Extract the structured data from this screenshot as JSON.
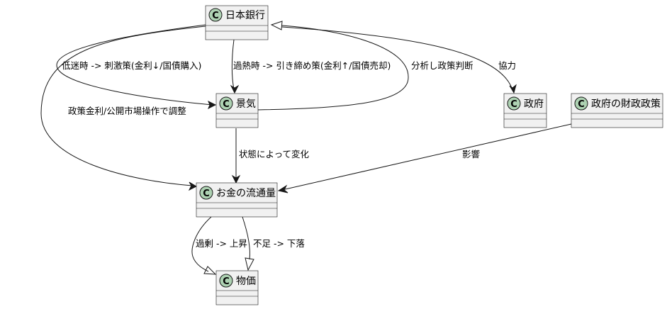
{
  "diagram": {
    "classes": {
      "boj": "日本銀行",
      "economy": "景気",
      "government": "政府",
      "fiscal_policy": "政府の財政政策",
      "money_supply": "お金の流通量",
      "prices": "物価"
    },
    "class_marker": "C",
    "edges": {
      "boj_to_economy_low": "低迷時 -> 刺激策(金利↓/国債購入)",
      "boj_to_economy_high": "過熱時 -> 引き締め策(金利↑/国債売却)",
      "economy_to_boj": "分析し政策判断",
      "boj_to_government": "協力",
      "boj_to_money": "政策金利/公開市場操作で調整",
      "economy_to_money": "状態によって変化",
      "fiscal_to_money": "影響",
      "money_to_prices_excess": "過剰 -> 上昇",
      "money_to_prices_shortage": "不足 -> 下落"
    }
  }
}
